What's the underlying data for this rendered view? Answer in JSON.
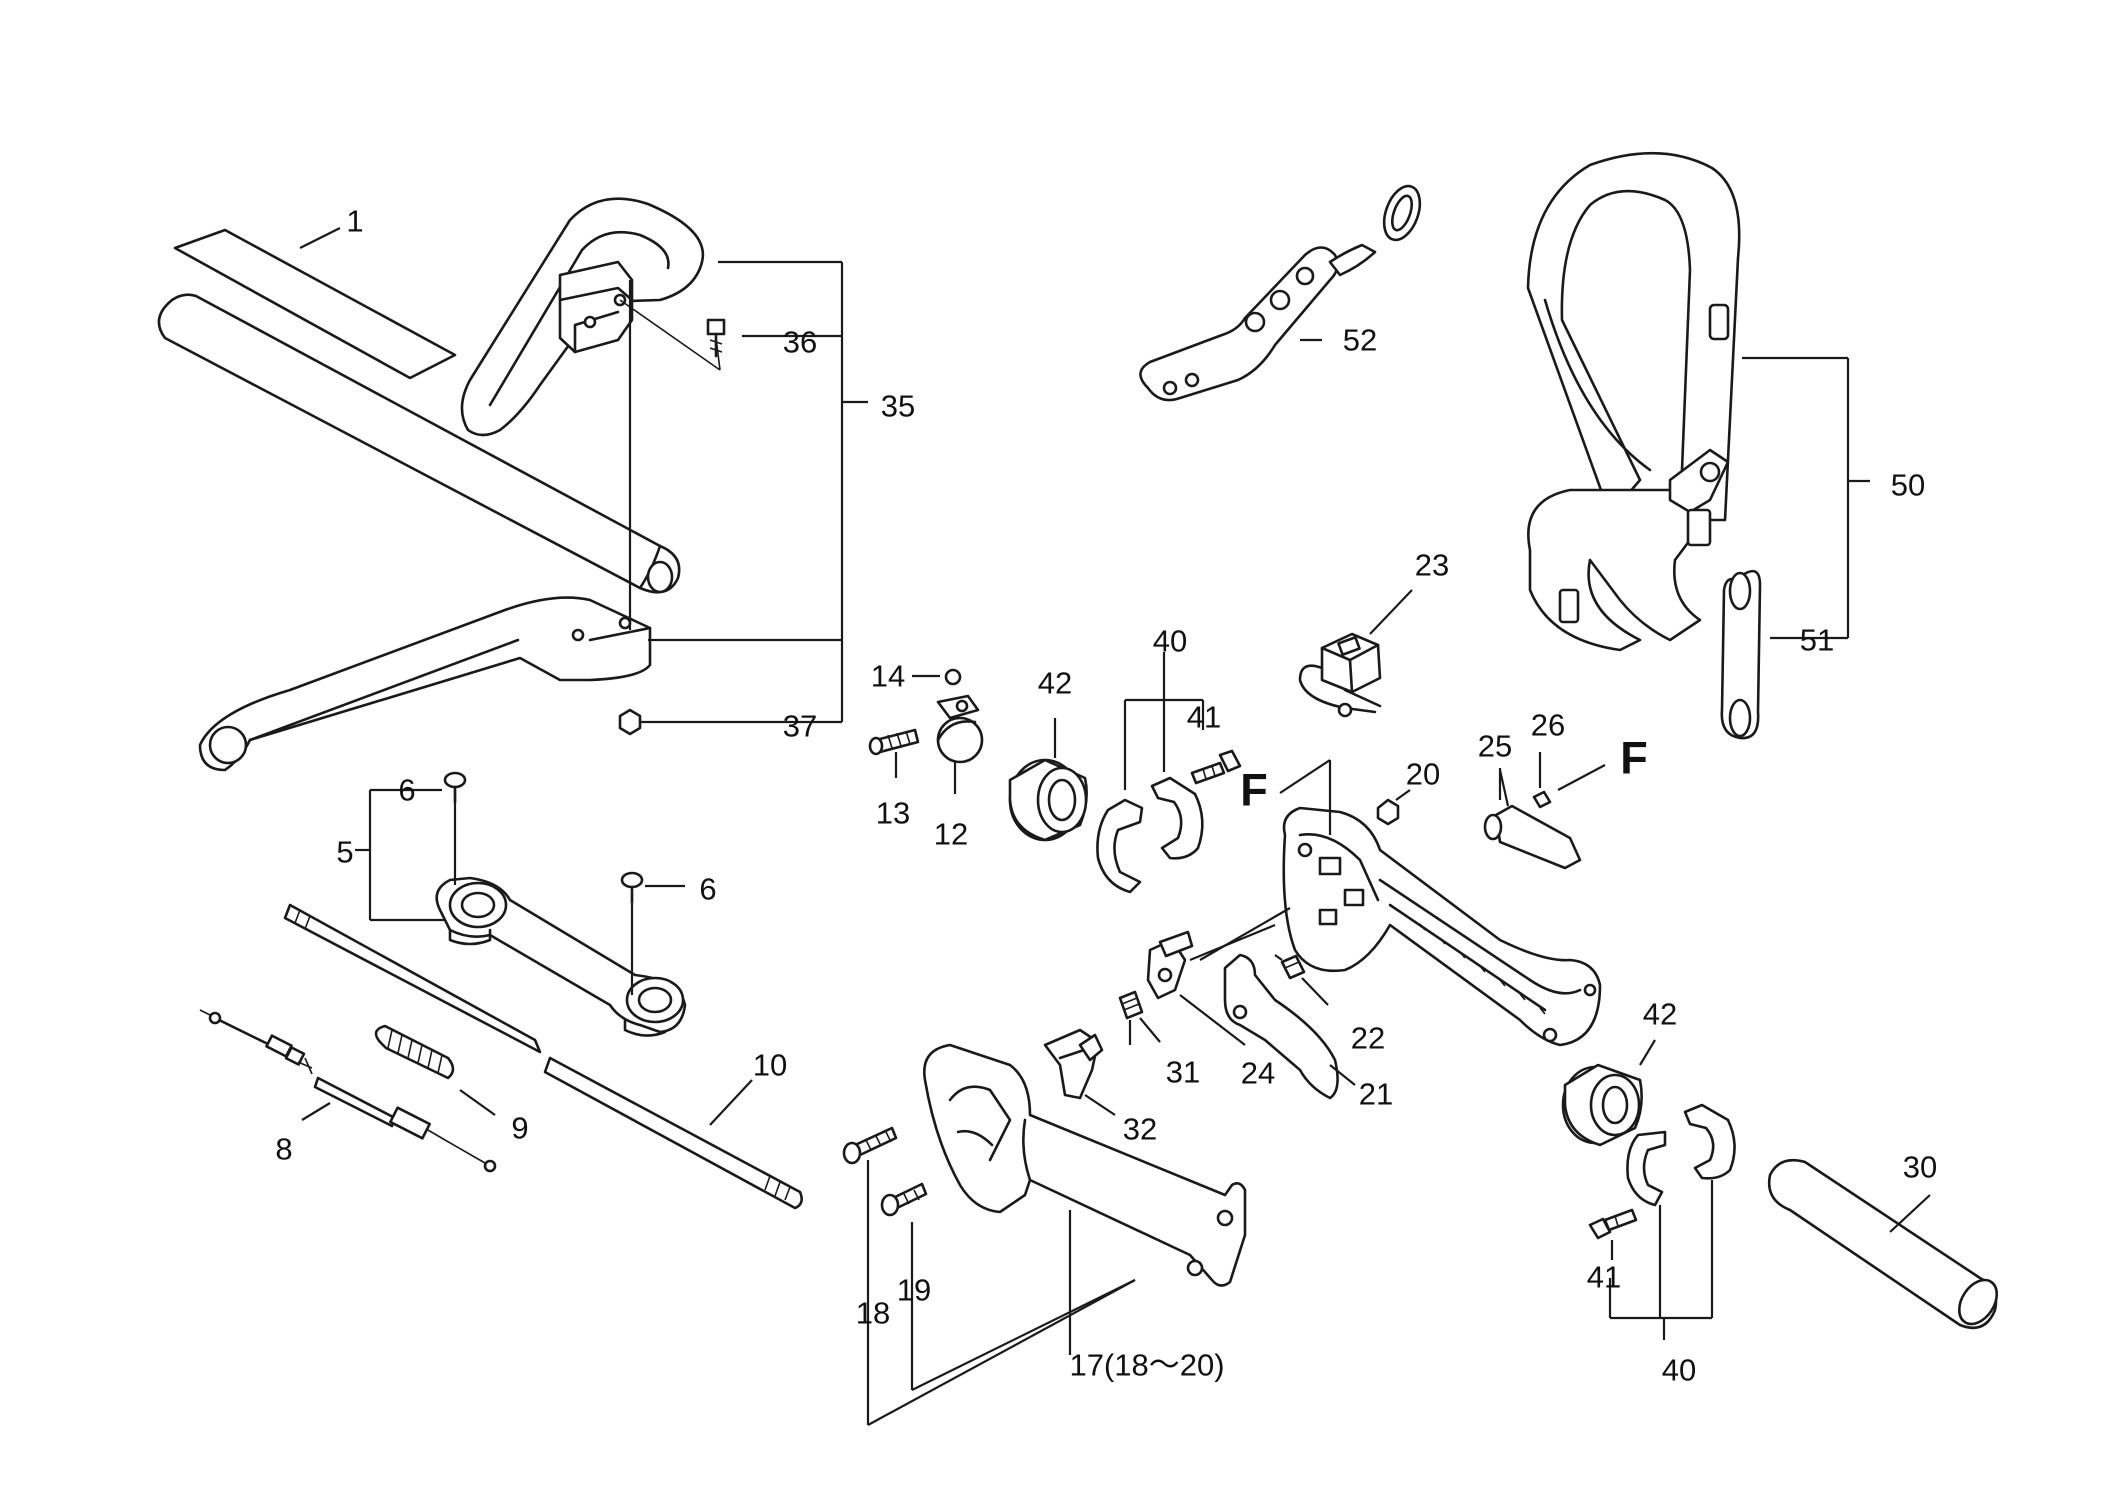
{
  "diagram": {
    "callouts": [
      {
        "id": "c1",
        "text": "1"
      },
      {
        "id": "c36",
        "text": "36"
      },
      {
        "id": "c35",
        "text": "35"
      },
      {
        "id": "c37",
        "text": "37"
      },
      {
        "id": "c52",
        "text": "52"
      },
      {
        "id": "c50",
        "text": "50"
      },
      {
        "id": "c51",
        "text": "51"
      },
      {
        "id": "c23",
        "text": "23"
      },
      {
        "id": "c40a",
        "text": "40"
      },
      {
        "id": "c41a",
        "text": "41"
      },
      {
        "id": "c42a",
        "text": "42"
      },
      {
        "id": "c14",
        "text": "14"
      },
      {
        "id": "c13",
        "text": "13"
      },
      {
        "id": "c12",
        "text": "12"
      },
      {
        "id": "c20",
        "text": "20"
      },
      {
        "id": "c25",
        "text": "25"
      },
      {
        "id": "c26",
        "text": "26"
      },
      {
        "id": "cFa",
        "text": "F"
      },
      {
        "id": "cFb",
        "text": "F"
      },
      {
        "id": "c6a",
        "text": "6"
      },
      {
        "id": "c5",
        "text": "5"
      },
      {
        "id": "c6b",
        "text": "6"
      },
      {
        "id": "c10",
        "text": "10"
      },
      {
        "id": "c9",
        "text": "9"
      },
      {
        "id": "c8",
        "text": "8"
      },
      {
        "id": "c22",
        "text": "22"
      },
      {
        "id": "c31",
        "text": "31"
      },
      {
        "id": "c24",
        "text": "24"
      },
      {
        "id": "c21",
        "text": "21"
      },
      {
        "id": "c32",
        "text": "32"
      },
      {
        "id": "c42b",
        "text": "42"
      },
      {
        "id": "c30",
        "text": "30"
      },
      {
        "id": "c41b",
        "text": "41"
      },
      {
        "id": "c40b",
        "text": "40"
      },
      {
        "id": "c18",
        "text": "18"
      },
      {
        "id": "c19",
        "text": "19"
      },
      {
        "id": "c17",
        "text": "17(18～20)"
      }
    ]
  }
}
